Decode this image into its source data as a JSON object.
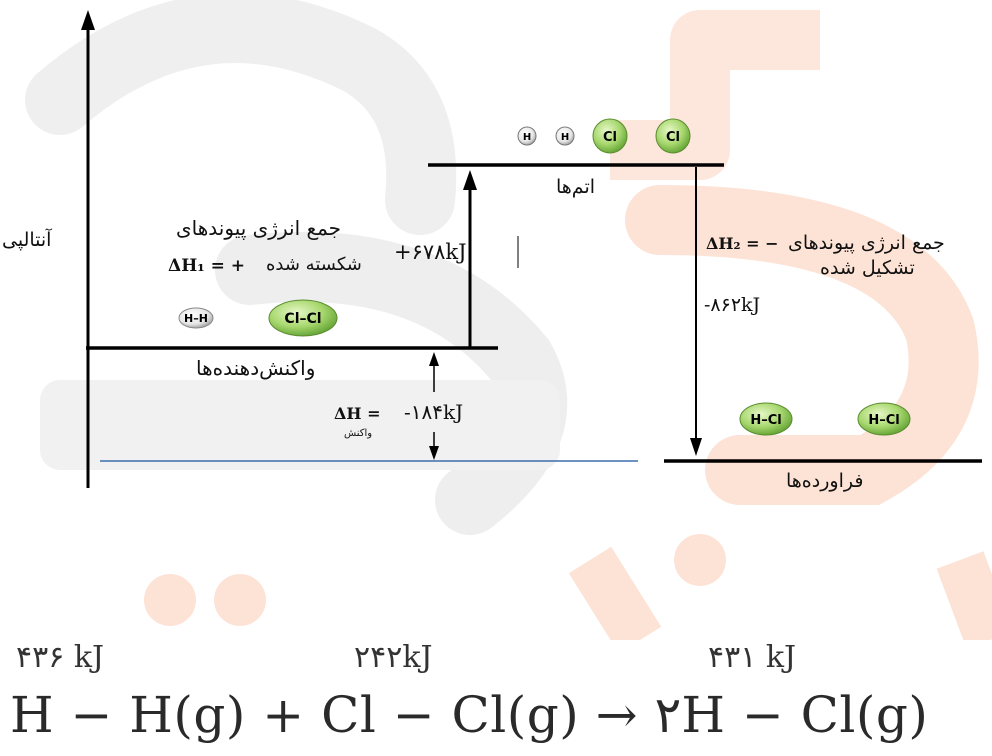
{
  "diagram": {
    "axis_label": "آنتالپی",
    "levels": {
      "reactants": "واکنش‌دهنده‌ها",
      "atoms": "اتم‌ها",
      "products": "فراورده‌ها"
    },
    "bond_breaking": {
      "line1": "جمع انرژی پیوندهای",
      "line2": "شکسته شده",
      "dh_label": "ΔH₁ = +",
      "value": "+۶۷۸kJ"
    },
    "bond_forming": {
      "line1": "جمع انرژی پیوندهای",
      "line2": "تشکیل شده",
      "dh_label": "ΔH₂ = −",
      "value": "-۸۶۲kJ"
    },
    "reaction": {
      "dh_label": "ΔH =",
      "value": "-۱۸۴kJ",
      "subscript": "واکنش"
    },
    "molecules": {
      "h2": "H–H",
      "cl2": "Cl–Cl",
      "h_atom": "H",
      "cl_atom": "Cl",
      "hcl": "H–Cl"
    },
    "colors": {
      "chlorine": "#9fd36b",
      "hydrogen": "#e8e8e8",
      "watermark_gray": "#efefef",
      "watermark_orange": "#fde3d6"
    }
  },
  "equation": {
    "bond_energies": [
      "۴۳۶ kJ",
      "۲۴۲kJ",
      "۴۳۱ kJ"
    ],
    "text": "H − H(g) + Cl − Cl(g) → ۲H − Cl(g)"
  }
}
